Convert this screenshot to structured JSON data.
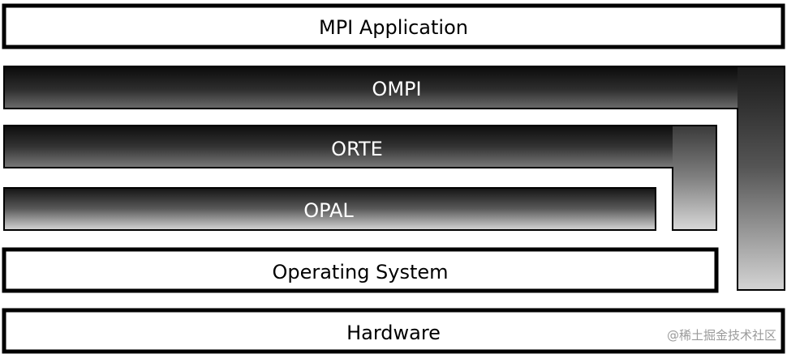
{
  "layers": {
    "mpi_application": "MPI Application",
    "ompi": "OMPI",
    "orte": "ORTE",
    "opal": "OPAL",
    "operating_system": "Operating System",
    "hardware": "Hardware"
  },
  "watermark": "@稀土掘金技术社区"
}
